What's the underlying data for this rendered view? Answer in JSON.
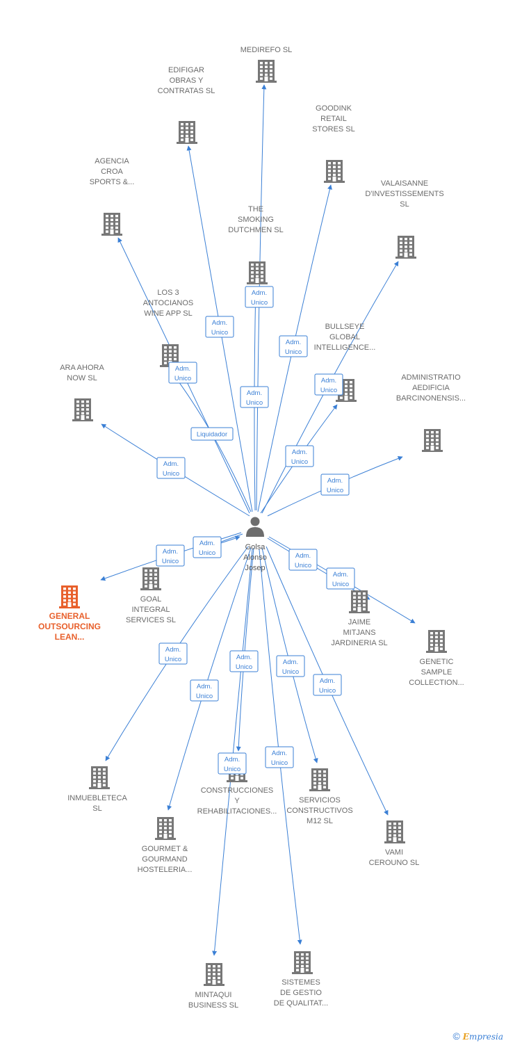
{
  "center": {
    "label": [
      "Golsa",
      "Alonso",
      "Josep"
    ]
  },
  "companies": [
    {
      "id": "medirefo",
      "label": [
        "MEDIREFO SL"
      ],
      "focus": false
    },
    {
      "id": "edifigar",
      "label": [
        "EDIFIGAR",
        "OBRAS Y",
        "CONTRATAS  SL"
      ],
      "focus": false
    },
    {
      "id": "goodink",
      "label": [
        "GOODINK",
        "RETAIL",
        "STORES  SL"
      ],
      "focus": false
    },
    {
      "id": "agencia-croa",
      "label": [
        "AGENCIA",
        "CROA",
        "SPORTS &..."
      ],
      "focus": false
    },
    {
      "id": "valaisanne",
      "label": [
        "VALAISANNE",
        "D'INVESTISSEMENTS",
        "SL"
      ],
      "focus": false
    },
    {
      "id": "smoking-dutchmen",
      "label": [
        "THE",
        "SMOKING",
        "DUTCHMEN  SL"
      ],
      "focus": false
    },
    {
      "id": "los3",
      "label": [
        "LOS 3",
        "ANTOCIANOS",
        "WINE APP  SL"
      ],
      "focus": false
    },
    {
      "id": "bullseye",
      "label": [
        "BULLSEYE",
        "GLOBAL",
        "INTELLIGENCE..."
      ],
      "focus": false
    },
    {
      "id": "ara-ahora",
      "label": [
        "ARA AHORA",
        "NOW  SL"
      ],
      "focus": false
    },
    {
      "id": "administratio",
      "label": [
        "ADMINISTRATIO",
        "AEDIFICIA",
        "BARCINONENSIS..."
      ],
      "focus": false
    },
    {
      "id": "goal",
      "label": [
        "GOAL",
        "INTEGRAL",
        "SERVICES  SL"
      ],
      "focus": false
    },
    {
      "id": "general-outsourcing",
      "label": [
        "GENERAL",
        "OUTSOURCING",
        "LEAN..."
      ],
      "focus": true
    },
    {
      "id": "jaime",
      "label": [
        "JAIME",
        "MITJANS",
        "JARDINERIA SL"
      ],
      "focus": false
    },
    {
      "id": "genetic",
      "label": [
        "GENETIC",
        "SAMPLE",
        "COLLECTION..."
      ],
      "focus": false
    },
    {
      "id": "inmuebleteca",
      "label": [
        "INMUEBLETECA",
        "SL"
      ],
      "focus": false
    },
    {
      "id": "construcciones",
      "label": [
        "CONSTRUCCIONES",
        "Y",
        "REHABILITACIONES..."
      ],
      "focus": false
    },
    {
      "id": "servicios",
      "label": [
        "SERVICIOS",
        "CONSTRUCTIVOS",
        "M12  SL"
      ],
      "focus": false
    },
    {
      "id": "gourmet",
      "label": [
        "GOURMET &",
        "GOURMAND",
        "HOSTELERIA..."
      ],
      "focus": false
    },
    {
      "id": "vami",
      "label": [
        "VAMI",
        "CEROUNO SL"
      ],
      "focus": false
    },
    {
      "id": "mintaqui",
      "label": [
        "MINTAQUI",
        "BUSINESS  SL"
      ],
      "focus": false
    },
    {
      "id": "sistemes",
      "label": [
        "SISTEMES",
        "DE GESTIO",
        "DE QUALITAT..."
      ],
      "focus": false
    }
  ],
  "edges": [
    {
      "to": "medirefo",
      "role": [
        "Adm.",
        "Unico"
      ]
    },
    {
      "to": "edifigar",
      "role": [
        "Adm.",
        "Unico"
      ]
    },
    {
      "to": "goodink",
      "role": [
        "Adm.",
        "Unico"
      ]
    },
    {
      "to": "agencia-croa",
      "role": [
        "Adm.",
        "Unico"
      ]
    },
    {
      "to": "valaisanne",
      "role": [
        "Adm.",
        "Unico"
      ]
    },
    {
      "to": "smoking-dutchmen",
      "role": [
        "Adm.",
        "Unico"
      ]
    },
    {
      "to": "los3",
      "role": [
        "Liquidador"
      ]
    },
    {
      "to": "bullseye",
      "role": [
        "Adm.",
        "Unico"
      ]
    },
    {
      "to": "ara-ahora",
      "role": [
        "Adm.",
        "Unico"
      ]
    },
    {
      "to": "administratio",
      "role": [
        "Adm.",
        "Unico"
      ]
    },
    {
      "to": "goal",
      "role": [
        "Adm.",
        "Unico"
      ]
    },
    {
      "to": "general-outsourcing",
      "role": [
        "Adm.",
        "Unico"
      ]
    },
    {
      "to": "jaime",
      "role": [
        "Adm.",
        "Unico"
      ]
    },
    {
      "to": "genetic",
      "role": [
        "Adm.",
        "Unico"
      ]
    },
    {
      "to": "inmuebleteca",
      "role": [
        "Adm.",
        "Unico"
      ]
    },
    {
      "to": "construcciones",
      "role": [
        "Adm.",
        "Unico"
      ]
    },
    {
      "to": "servicios",
      "role": [
        "Adm.",
        "Unico"
      ]
    },
    {
      "to": "gourmet",
      "role": [
        "Adm.",
        "Unico"
      ]
    },
    {
      "to": "vami",
      "role": [
        "Adm.",
        "Unico"
      ]
    },
    {
      "to": "mintaqui",
      "role": [
        "Adm.",
        "Unico"
      ]
    },
    {
      "to": "sistemes",
      "role": [
        "Adm.",
        "Unico"
      ]
    }
  ],
  "footer": {
    "copyright": "©",
    "brand_first": "E",
    "brand_rest": "mpresia"
  },
  "colors": {
    "edge": "#3a7fd5",
    "building": "#777777",
    "focus": "#e8602c"
  }
}
